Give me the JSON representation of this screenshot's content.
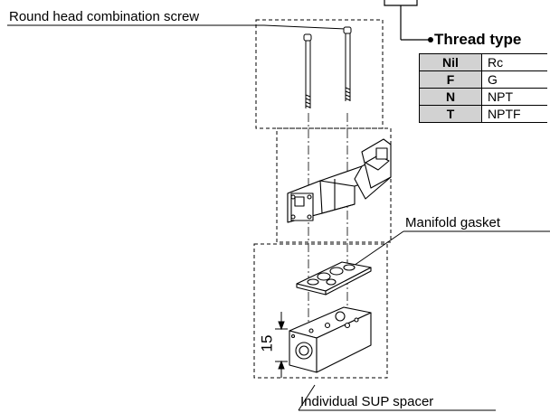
{
  "labels": {
    "screw": "Round head combination screw",
    "gasket": "Manifold gasket",
    "spacer": "Individual SUP spacer",
    "dimension": "15"
  },
  "thread_type": {
    "title": "Thread type",
    "rows": [
      {
        "code": "Nil",
        "value": "Rc"
      },
      {
        "code": "F",
        "value": "G"
      },
      {
        "code": "N",
        "value": "NPT"
      },
      {
        "code": "T",
        "value": "NPTF"
      }
    ]
  }
}
